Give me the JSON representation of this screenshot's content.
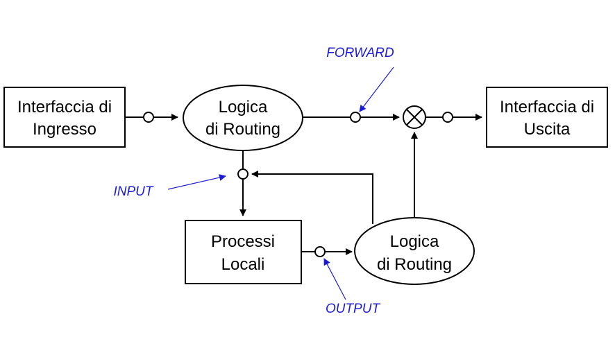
{
  "colors": {
    "stroke": "#000000",
    "annotation": "#1c1cd6",
    "background": "#ffffff"
  },
  "nodes": {
    "ingress": {
      "line1": "Interfaccia di",
      "line2": "Ingresso"
    },
    "routing_top": {
      "line1": "Logica",
      "line2": "di Routing"
    },
    "egress": {
      "line1": "Interfaccia di",
      "line2": "Uscita"
    },
    "local_processes": {
      "line1": "Processi",
      "line2": "Locali"
    },
    "routing_bottom": {
      "line1": "Logica",
      "line2": "di Routing"
    }
  },
  "hooks": {
    "forward": "FORWARD",
    "input": "INPUT",
    "output": "OUTPUT"
  }
}
